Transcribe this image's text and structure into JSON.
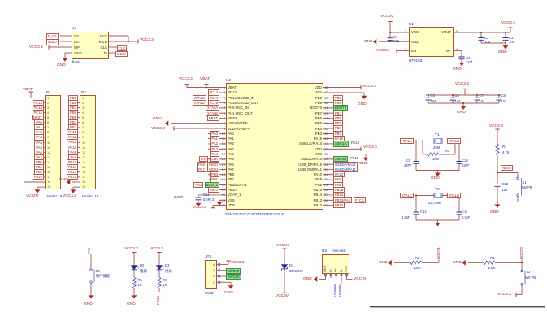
{
  "nets": {
    "gnd": "GND",
    "vcc33": "VCC3.3",
    "vcc5": "VCC5V",
    "vbat": "VBAT",
    "vccin": "VCCIN",
    "nrst": "NRST"
  },
  "hdrnums": [
    "1",
    "2",
    "3",
    "4",
    "5",
    "6",
    "7",
    "8",
    "9",
    "10",
    "11",
    "12",
    "13",
    "14",
    "15",
    "16",
    "17",
    "18",
    "19"
  ],
  "flash": {
    "ref": "U4",
    "name": "flash",
    "left": [
      "CS",
      "DO",
      "WP",
      "GND"
    ],
    "right": [
      "VCC",
      "HOLD",
      "CLK",
      "DI"
    ],
    "port_cs": "F_CS",
    "port_do": "MISO",
    "port_clk": "CLK",
    "port_di": "MOSI"
  },
  "p1": {
    "ref": "P1",
    "type": "Header 19",
    "ports": [
      "PC13",
      "PC14",
      "PC15",
      "NRST",
      "PA0",
      "PA1",
      "PA2",
      "PA3",
      "PA4",
      "PA5",
      "PA6",
      "PA7",
      "PB0",
      "PB1",
      "PB2",
      "PB10"
    ]
  },
  "p2": {
    "ref": "P2",
    "type": "Header 19",
    "ports": [
      "PB9",
      "PB8",
      "PB7",
      "PB6",
      "PB5",
      "PB4",
      "PB3",
      "PA15",
      "PA12",
      "PA11",
      "PA10",
      "PA9",
      "PA8",
      "PB15",
      "PB14",
      "PB13",
      "PB12"
    ]
  },
  "u2": {
    "ref": "U2",
    "part": "STM32F401CCU6/STM32F411CEU6",
    "rows": [
      {
        "nl": "1",
        "pl": "VBAT",
        "pr": "VDD",
        "nr": "48"
      },
      {
        "nl": "2",
        "pl": "PC13",
        "pr": "VSS",
        "nr": "47",
        "la": "PC13"
      },
      {
        "nl": "3",
        "pl": "PC14-OSC32_IN",
        "pr": "PB9",
        "nr": "46",
        "la": "XTALC",
        "lb": "PC14",
        "ra": "PB9"
      },
      {
        "nl": "4",
        "pl": "PC15-OSC32_OUT",
        "pr": "PB8",
        "nr": "45",
        "la": "XTALD",
        "lb": "PC15",
        "ra": "PB8"
      },
      {
        "nl": "5",
        "pl": "PH0-OSC_IN",
        "pr": "BOOT0",
        "nr": "44",
        "la": "XTALA",
        "ra": "BOOT0",
        "racls": "green"
      },
      {
        "nl": "6",
        "pl": "PH1-OSC_OUT",
        "pr": "PB7",
        "nr": "43",
        "la": "XTALB",
        "ra": "PB7"
      },
      {
        "nl": "7",
        "pl": "NRST",
        "pr": "PB6",
        "nr": "42",
        "la": "NRST",
        "ra": "PB6"
      },
      {
        "nl": "8",
        "pl": "VSSA/VREF-",
        "pr": "PB5",
        "nr": "41",
        "ra": "PB5"
      },
      {
        "nl": "9",
        "pl": "VDDA/VREF+",
        "pr": "PB4",
        "nr": "40",
        "ra": "PB4"
      },
      {
        "nl": "10",
        "pl": "PA0",
        "pr": "PB3",
        "nr": "39",
        "la": "PA0",
        "ra": "PB3"
      },
      {
        "nl": "11",
        "pl": "PA1",
        "pr": "PA15",
        "nr": "38",
        "la": "PA1",
        "ra": "PA15"
      },
      {
        "nl": "12",
        "pl": "PA2",
        "pr": "SWCLK/P A14",
        "nr": "37",
        "la": "PA2",
        "ra": "SWCLK",
        "racls": "green",
        "rb": "PA14",
        "rbcls": "plain"
      },
      {
        "nl": "13",
        "pl": "PA3",
        "pr": "VDD",
        "nr": "36",
        "la": "PA3"
      },
      {
        "nl": "14",
        "pl": "PA4",
        "pr": "VSS",
        "nr": "35",
        "la": "PA4"
      },
      {
        "nl": "15",
        "pl": "PA5",
        "pr": "SWDIO/PA13",
        "nr": "34",
        "la": "PA5",
        "lb": "CLK",
        "ra": "SWDIO",
        "racls": "green",
        "rb": "PA13",
        "rbcls": "plain"
      },
      {
        "nl": "16",
        "pl": "PA6",
        "pr": "USB_DP/PA12",
        "nr": "33",
        "la": "PA6",
        "lb": "MISO",
        "ra": "USBDP/PA12",
        "racls": "blue"
      },
      {
        "nl": "17",
        "pl": "PA7",
        "pr": "USB_DM/PA11",
        "nr": "32",
        "la": "PA7",
        "lb": "MOSI",
        "ra": "USBDM/PA11",
        "racls": "blue"
      },
      {
        "nl": "18",
        "pl": "PB0",
        "pr": "PA10",
        "nr": "31",
        "la": "PB0",
        "ra": "PA10"
      },
      {
        "nl": "19",
        "pl": "PB1",
        "pr": "PA9",
        "nr": "30",
        "la": "PB1",
        "ra": "PA9"
      },
      {
        "nl": "20",
        "pl": "PB2/BOOT1",
        "pr": "PA8",
        "nr": "29",
        "la": "PB2",
        "lb": "BOOT1",
        "lbcls": "green",
        "ra": "PA8"
      },
      {
        "nl": "21",
        "pl": "PB10",
        "pr": "PB15",
        "nr": "28",
        "la": "PB10",
        "ra": "PB15"
      },
      {
        "nl": "22",
        "pl": "VCAP_1",
        "pr": "PB14",
        "nr": "27",
        "ra": "PB14"
      },
      {
        "nl": "23",
        "pl": "VSS",
        "pr": "PB13",
        "nr": "26",
        "ra": "PB13/PA4",
        "rb": "F_CS"
      },
      {
        "nl": "24",
        "pl": "VDD",
        "pr": "PB12",
        "nr": "25",
        "ra": "PB12"
      }
    ],
    "c11": {
      "ref": "C11",
      "val": "2.2UF",
      "note": "ESR_3"
    }
  },
  "u1": {
    "ref": "U1",
    "part": "RT9193",
    "left": [
      "VCC",
      "GND",
      "EN"
    ],
    "right": [
      "VOUT",
      "",
      "BP"
    ],
    "lnum": [
      "1",
      "2",
      "3"
    ],
    "rnum": [
      "5",
      "",
      "4"
    ],
    "c1": {
      "ref": "C1",
      "val": "105"
    },
    "c2": {
      "ref": "C2",
      "val": "104"
    },
    "c3": {
      "ref": "C3",
      "val": "105"
    },
    "c4": {
      "ref": "C4",
      "val": "22nf"
    }
  },
  "capbank": [
    {
      "ref": "C5",
      "val": "104"
    },
    {
      "ref": "C6",
      "val": "104"
    },
    {
      "ref": "C7",
      "val": "104"
    },
    {
      "ref": "C8",
      "val": "104"
    }
  ],
  "y1sec": {
    "xa": "XTALA",
    "xb": "XTALB",
    "y1": {
      "ref": "Y1",
      "val": "25M"
    },
    "r2": {
      "ref": "R2",
      "val": "1M0"
    },
    "c9": {
      "ref": "C9",
      "val": "22PF"
    },
    "c10": {
      "ref": "C10",
      "val": "22PF"
    }
  },
  "y2sec": {
    "xc": "XTALC",
    "xd": "XTALD",
    "y2": {
      "ref": "Y2",
      "val": "32.768K"
    },
    "c13": {
      "ref": "C13",
      "val": "4.3pF"
    },
    "c14": {
      "ref": "C14",
      "val": "4.3pF"
    }
  },
  "rst": {
    "r1": {
      "ref": "R1",
      "val": "4.7K"
    },
    "c12": {
      "ref": "C12",
      "val": "104"
    },
    "s1": {
      "ref": "S1",
      "type": "SW-PB"
    }
  },
  "key": {
    "ref": "S3",
    "label": "用户按键",
    "net": "PA0"
  },
  "led2": {
    "ref": "D2",
    "label": "电源",
    "rref": "R5",
    "rval": "1K"
  },
  "led3": {
    "ref": "D3",
    "label": "测试",
    "rref": "R6",
    "rval": "1K",
    "net": "PC13"
  },
  "jp1": {
    "ref": "JP1",
    "type": "SWD",
    "nums": [
      "4",
      "3",
      "2",
      "1"
    ],
    "swdio": "SWDIO",
    "swclk": "SWCLK"
  },
  "d1": {
    "ref": "D1",
    "type": "ZENER3"
  },
  "usb": {
    "ref": "U3",
    "type": "mini-usb",
    "pins": [
      "GND",
      "ID",
      "D+",
      "D-",
      "VCC"
    ],
    "dp": "USBDP",
    "dm": "USBDM"
  },
  "r3": {
    "ref": "R3",
    "val": "100K",
    "net": "BOOT1"
  },
  "r4": {
    "ref": "R4",
    "val": "100K",
    "net": "BOOT0",
    "s": {
      "ref": "S2",
      "type": "SW-PB"
    }
  }
}
